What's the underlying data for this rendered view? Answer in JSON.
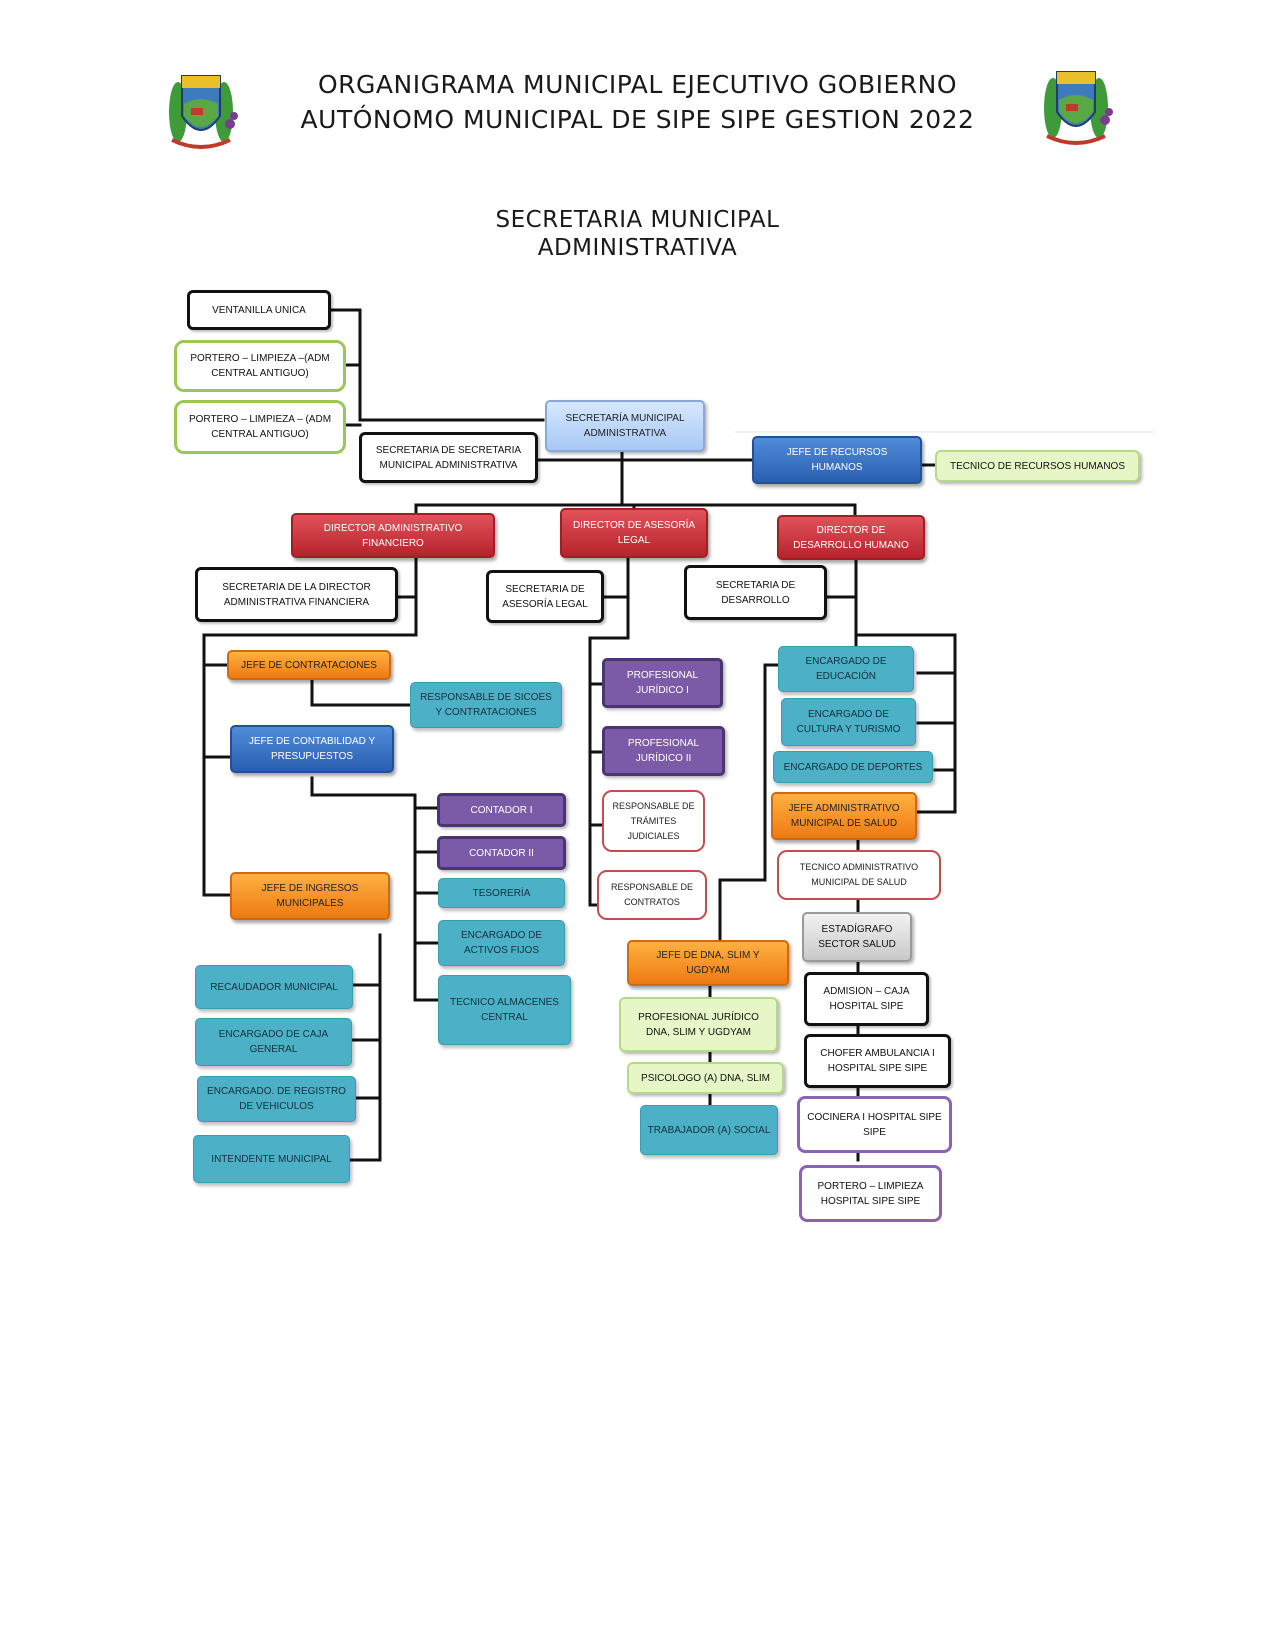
{
  "header": {
    "title_line1": "ORGANIGRAMA MUNICIPAL EJECUTIVO GOBIERNO",
    "title_line2": "AUTÓNOMO MUNICIPAL DE SIPE SIPE GESTION 2022"
  },
  "section": {
    "line1": "SECRETARIA MUNICIPAL",
    "line2": "ADMINISTRATIVA"
  },
  "colors": {
    "black_box": "#111111",
    "green_outline": "#9cc65a",
    "light_green": "#e7f6c7",
    "pale_blue": "#a8c8f4",
    "dark_blue": "#2a5fb0",
    "red": "#b8232c",
    "orange": "#ee7a12",
    "teal": "#4cb0c7",
    "purple": "#7b5ba8",
    "red_outline": "#c0504d",
    "gray": "#c9c9c9",
    "purple_outline": "#8a64b0"
  },
  "nodes": {
    "ventanilla": "VENTANILLA UNICA",
    "portero1": "PORTERO – LIMPIEZA –(ADM CENTRAL ANTIGUO)",
    "portero2": "PORTERO – LIMPIEZA – (ADM CENTRAL ANTIGUO)",
    "secretaria_municipal": "SECRETARÍA MUNICIPAL ADMINISTRATIVA",
    "secretaria_secretaria": "SECRETARIA DE SECRETARIA MUNICIPAL ADMINISTRATIVA",
    "jefe_rrhh": "JEFE DE RECURSOS HUMANOS",
    "tecnico_rrhh": "TECNICO DE RECURSOS HUMANOS",
    "dir_adm_fin": "DIRECTOR ADMINISTRATIVO FINANCIERO",
    "dir_asesoria": "DIRECTOR DE ASESORÍA LEGAL",
    "dir_desarrollo": "DIRECTOR DE DESARROLLO HUMANO",
    "sec_dir_fin": "SECRETARIA DE LA DIRECTOR ADMINISTRATIVA FINANCIERA",
    "sec_asesoria": "SECRETARIA DE ASESORÍA LEGAL",
    "sec_desarrollo": "SECRETARIA DE DESARROLLO",
    "jefe_contrataciones": "JEFE DE CONTRATACIONES",
    "resp_sicoes": "RESPONSABLE DE SICOES Y CONTRATACIONES",
    "jefe_contabilidad": "JEFE DE CONTABILIDAD Y PRESUPUESTOS",
    "contador1": "CONTADOR I",
    "contador2": "CONTADOR II",
    "tesoreria": "TESORERÍA",
    "activos_fijos": "ENCARGADO DE ACTIVOS FIJOS",
    "almacenes": "TECNICO ALMACENES CENTRAL",
    "jefe_ingresos": "JEFE DE INGRESOS MUNICIPALES",
    "recaudador": "RECAUDADOR MUNICIPAL",
    "caja_general": "ENCARGADO DE CAJA GENERAL",
    "registro_vehiculos": "ENCARGADO. DE REGISTRO DE VEHICULOS",
    "intendente": "INTENDENTE MUNICIPAL",
    "prof_juridico1": "PROFESIONAL JURÍDICO I",
    "prof_juridico2": "PROFESIONAL JURÍDICO II",
    "resp_tramites": "RESPONSABLE DE TRÁMITES JUDICIALES",
    "resp_contratos": "RESPONSABLE DE CONTRATOS",
    "jefe_dna": "JEFE DE DNA, SLIM Y UGDYAM",
    "prof_dna": "PROFESIONAL JURÍDICO DNA, SLIM Y UGDYAM",
    "psicologo": "PSICOLOGO (A) DNA, SLIM",
    "trabajador_social": "TRABAJADOR (A) SOCIAL",
    "educacion": "ENCARGADO DE EDUCACIÓN",
    "cultura": "ENCARGADO DE CULTURA Y TURISMO",
    "deportes": "ENCARGADO DE DEPORTES",
    "jefe_salud": "JEFE ADMINISTRATIVO MUNICIPAL DE SALUD",
    "tecnico_salud": "TECNICO ADMINISTRATIVO MUNICIPAL DE SALUD",
    "estadigrafo": "ESTADÍGRAFO SECTOR SALUD",
    "admision": "ADMISION – CAJA HOSPITAL SIPE",
    "chofer": "CHOFER AMBULANCIA I HOSPITAL SIPE SIPE",
    "cocinera": "COCINERA I HOSPITAL SIPE SIPE",
    "portero_hospital": "PORTERO – LIMPIEZA HOSPITAL SIPE SIPE"
  }
}
